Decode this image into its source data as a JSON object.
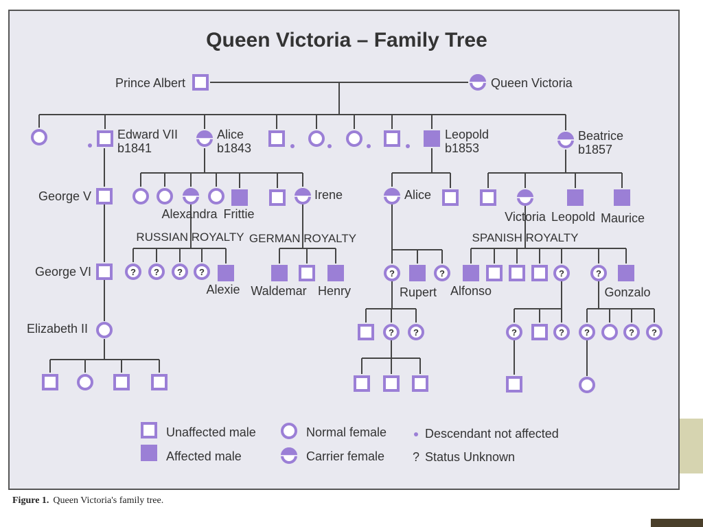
{
  "title": "Queen Victoria – Family Tree",
  "caption": {
    "figure_number": "Figure 1.",
    "text": "Queen Victoria's family tree."
  },
  "colors": {
    "symbol": "#9b7fd6",
    "line": "#444444",
    "panel": "#e9e9f0"
  },
  "people": {
    "prince_albert": "Prince Albert",
    "queen_victoria": "Queen Victoria",
    "edward_vii": "Edward VII",
    "edward_vii_birth": "b1841",
    "alice": "Alice",
    "alice_birth": "b1843",
    "leopold": "Leopold",
    "leopold_birth": "b1853",
    "beatrice": "Beatrice",
    "beatrice_birth": "b1857",
    "george_v": "George V",
    "george_vi": "George VI",
    "elizabeth_ii": "Elizabeth II",
    "alexandra": "Alexandra",
    "frittie": "Frittie",
    "irene": "Irene",
    "alice_2": "Alice",
    "victoria": "Victoria",
    "leopold_2": "Leopold",
    "maurice": "Maurice",
    "alexie": "Alexie",
    "waldemar": "Waldemar",
    "henry": "Henry",
    "rupert": "Rupert",
    "alfonso": "Alfonso",
    "gonzalo": "Gonzalo"
  },
  "groups": {
    "russian_royalty": "RUSSIAN ROYALTY",
    "german_royalty": "GERMAN ROYALTY",
    "spanish_royalty": "SPANISH ROYALTY"
  },
  "legend": {
    "unaffected_male": "Unaffected male",
    "affected_male": "Affected male",
    "normal_female": "Normal female",
    "carrier_female": "Carrier female",
    "descendant_not_affected": "Descendant not affected",
    "status_unknown": "Status Unknown",
    "unknown_mark": "?"
  }
}
